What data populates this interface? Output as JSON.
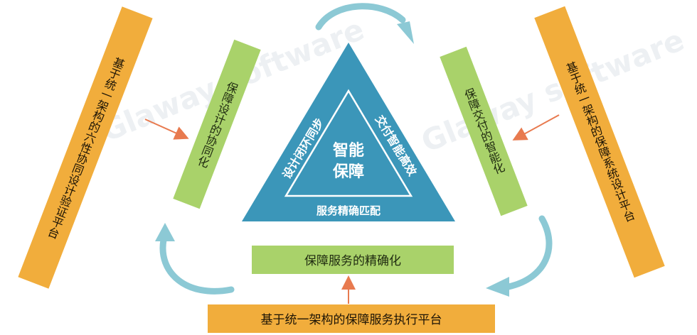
{
  "center": {
    "title_line1": "智能",
    "title_line2": "保障",
    "left_side": "设计闭环同步",
    "right_side": "交付智能高效",
    "bottom_side": "服务精确匹配"
  },
  "green_boxes": {
    "left": "保障设计的协同化",
    "right": "保障交付的智能化",
    "bottom": "保障服务的精确化"
  },
  "orange_boxes": {
    "left": "基于统一架构的六性协同设计验证平台",
    "right": "基于统一架构的保障系统设计平台",
    "bottom": "基于统一架构的保障服务执行平台"
  },
  "watermark": "Glaway software",
  "colors": {
    "triangle": "#3b96b9",
    "green": "#a9d26a",
    "orange": "#f1ad3c",
    "cycle_arrow": "#8cc9d5",
    "pointer_arrow": "#e87a4f"
  }
}
